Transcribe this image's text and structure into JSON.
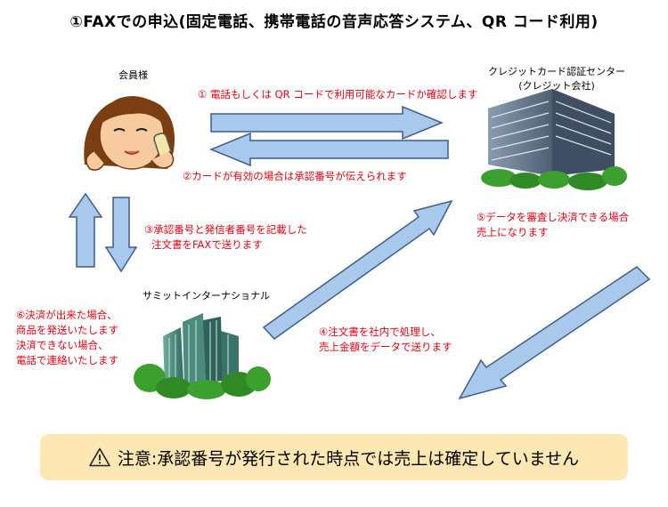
{
  "title": "①FAXでの申込(固定電話、携帯電話の音声応答システム、QR コード利用)",
  "nodes": {
    "member": "会員様",
    "center_line1": "クレジットカード認証センター",
    "center_line2": "(クレジット会社)",
    "company": "サミットインターナショナル"
  },
  "steps": {
    "s1": "① 電話もしくは QR コードで利用可能なカードか確認します",
    "s2": "②カードが有効の場合は承認番号が伝えられます",
    "s3_line1": "③承認番号と発信者番号を記載した",
    "s3_line2": "注文書をFAXで送ります",
    "s4_line1": "④注文書を社内で処理し、",
    "s4_line2": "売上金額をデータで送ります",
    "s5_line1": "⑤データを審査し決済できる場合",
    "s5_line2": "売上になります",
    "s6_line1": "⑥決済が出来た場合、",
    "s6_line2": "商品を発送いたします",
    "s6_line3": "決済できない場合、",
    "s6_line4": "電話で連絡いたします"
  },
  "notice": {
    "icon": "warning-icon",
    "text": "注意:承認番号が発行された時点では売上は確定していません"
  },
  "colors": {
    "arrow_fill": "#a9c9ec",
    "arrow_stroke": "#3d5f8a",
    "step_text": "#e60012",
    "notice_bg": "#fde7b2"
  }
}
